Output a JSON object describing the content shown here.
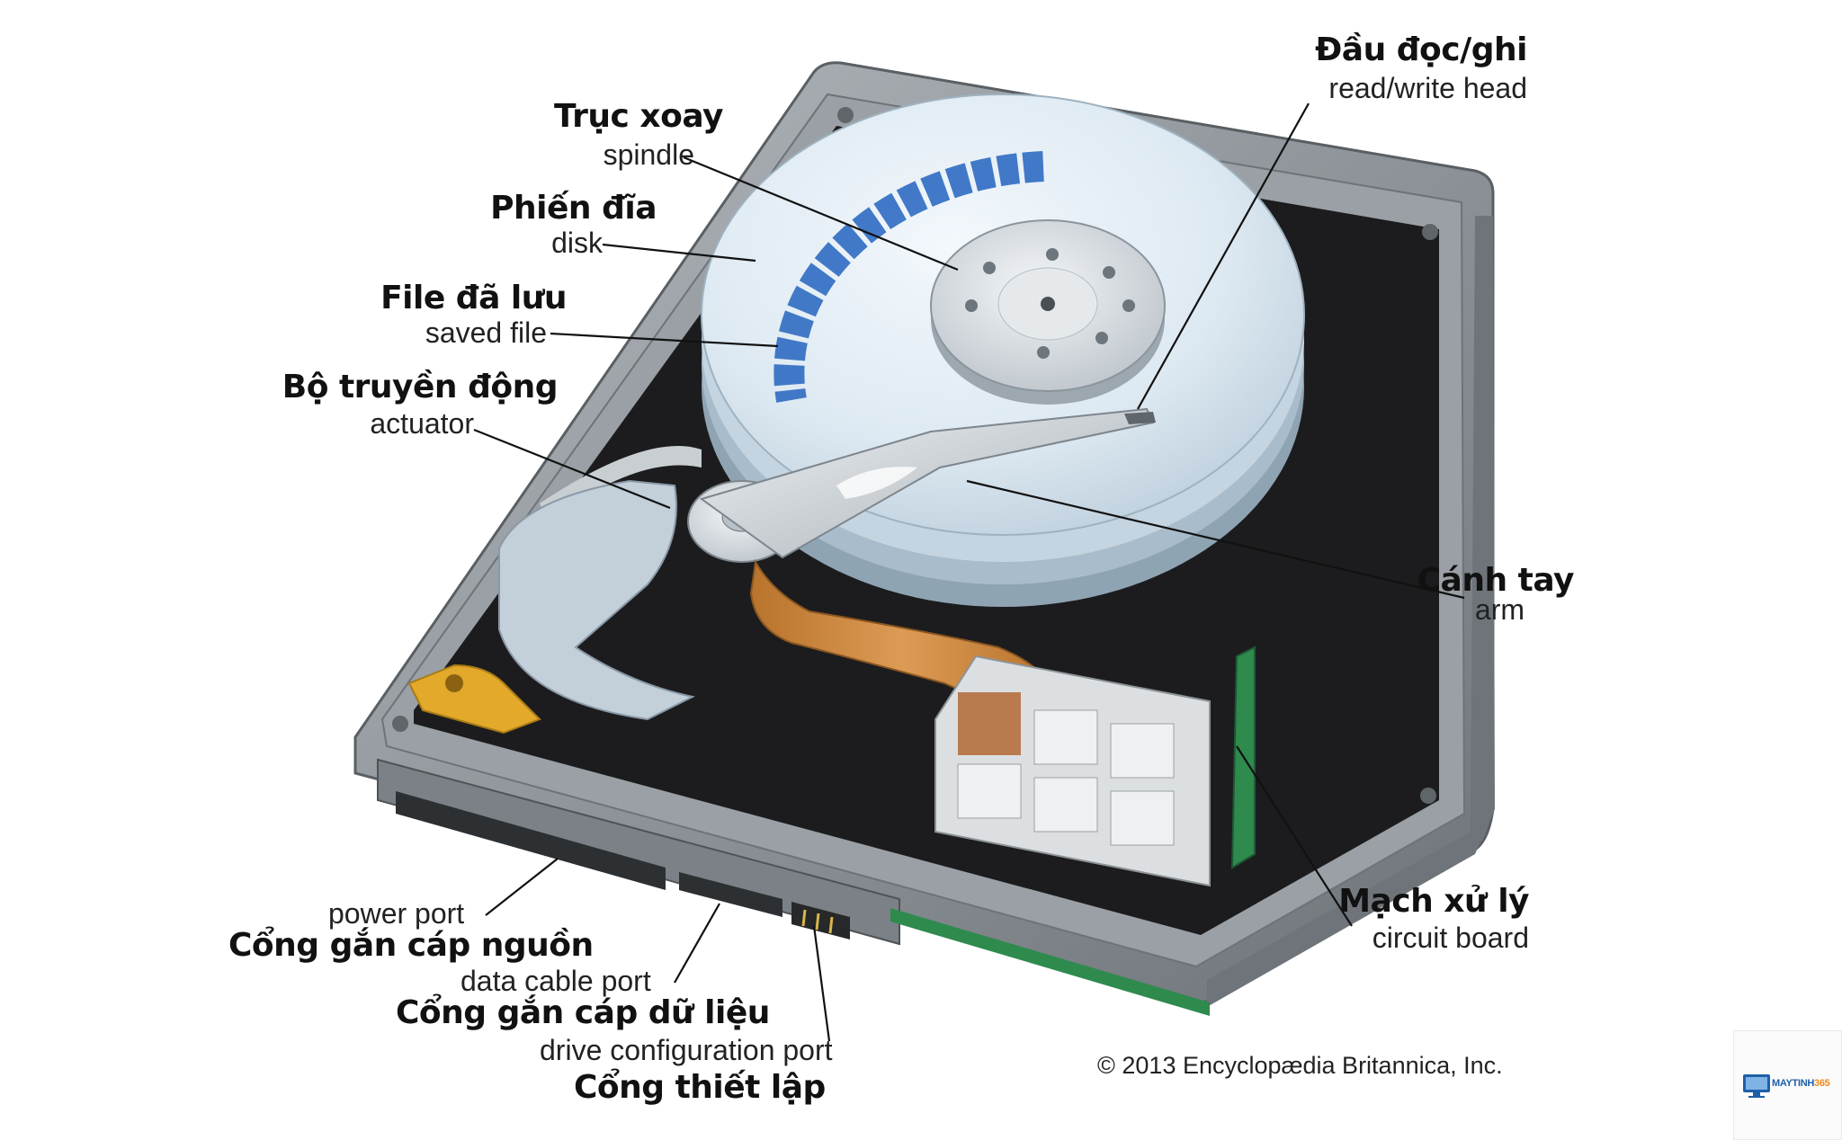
{
  "labels": {
    "read_write_head": {
      "vi": "Đầu đọc/ghi",
      "en": "read/write head"
    },
    "spindle": {
      "vi": "Trục xoay",
      "en": "spindle"
    },
    "disk": {
      "vi": "Phiến đĩa",
      "en": "disk"
    },
    "saved_file": {
      "vi": "File đã lưu",
      "en": "saved file"
    },
    "actuator": {
      "vi": "Bộ truyền động",
      "en": "actuator"
    },
    "arm": {
      "vi": "Cánh tay",
      "en": "arm"
    },
    "circuit_board": {
      "vi": "Mạch xử lý",
      "en": "circuit board"
    },
    "power_port": {
      "vi": "Cổng gắn cáp nguồn",
      "en": "power port"
    },
    "data_cable_port": {
      "vi": "Cổng gắn cáp dữ liệu",
      "en": "data cable port"
    },
    "config_port": {
      "vi": "Cổng thiết lập",
      "en": "drive configuration port"
    }
  },
  "copyright": "© 2013 Encyclopædia Britannica, Inc.",
  "watermark": {
    "brand": "MAYTINH",
    "brand_num": "365"
  },
  "colors": {
    "casing": "#8e9499",
    "platter": "#dde9f2",
    "saved_file": "#2f6cc2",
    "flex_cable": "#c7843c",
    "pivot_block": "#e2a92a",
    "circuit": "#2f8a4e"
  }
}
